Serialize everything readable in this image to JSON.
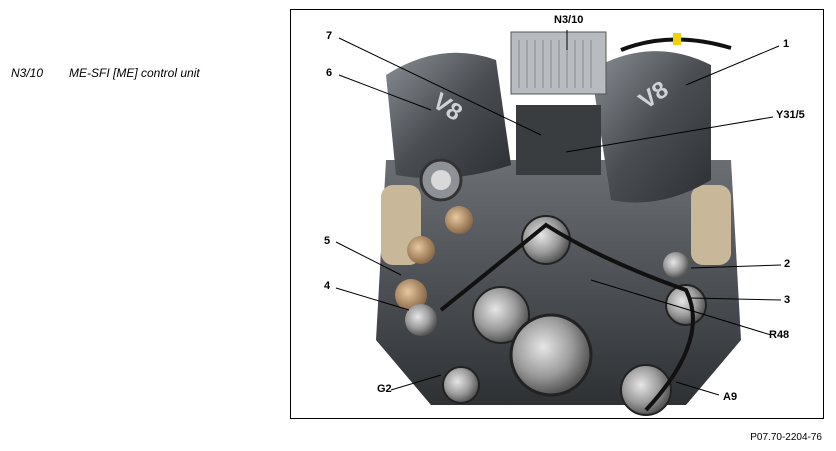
{
  "legend": {
    "code": "N3/10",
    "description": "ME-SFI [ME] control unit"
  },
  "figure": {
    "callouts": [
      {
        "id": "N3/10",
        "text": "N3/10"
      },
      {
        "id": "1",
        "text": "1"
      },
      {
        "id": "7",
        "text": "7"
      },
      {
        "id": "6",
        "text": "6"
      },
      {
        "id": "Y31/5",
        "text": "Y31/5"
      },
      {
        "id": "5",
        "text": "5"
      },
      {
        "id": "2",
        "text": "2"
      },
      {
        "id": "4",
        "text": "4"
      },
      {
        "id": "3",
        "text": "3"
      },
      {
        "id": "R48",
        "text": "R48"
      },
      {
        "id": "G2",
        "text": "G2"
      },
      {
        "id": "A9",
        "text": "A9"
      }
    ],
    "engine_badge_left": "V8",
    "engine_badge_right": "V8"
  },
  "document_ref": "P07.70-2204-76"
}
